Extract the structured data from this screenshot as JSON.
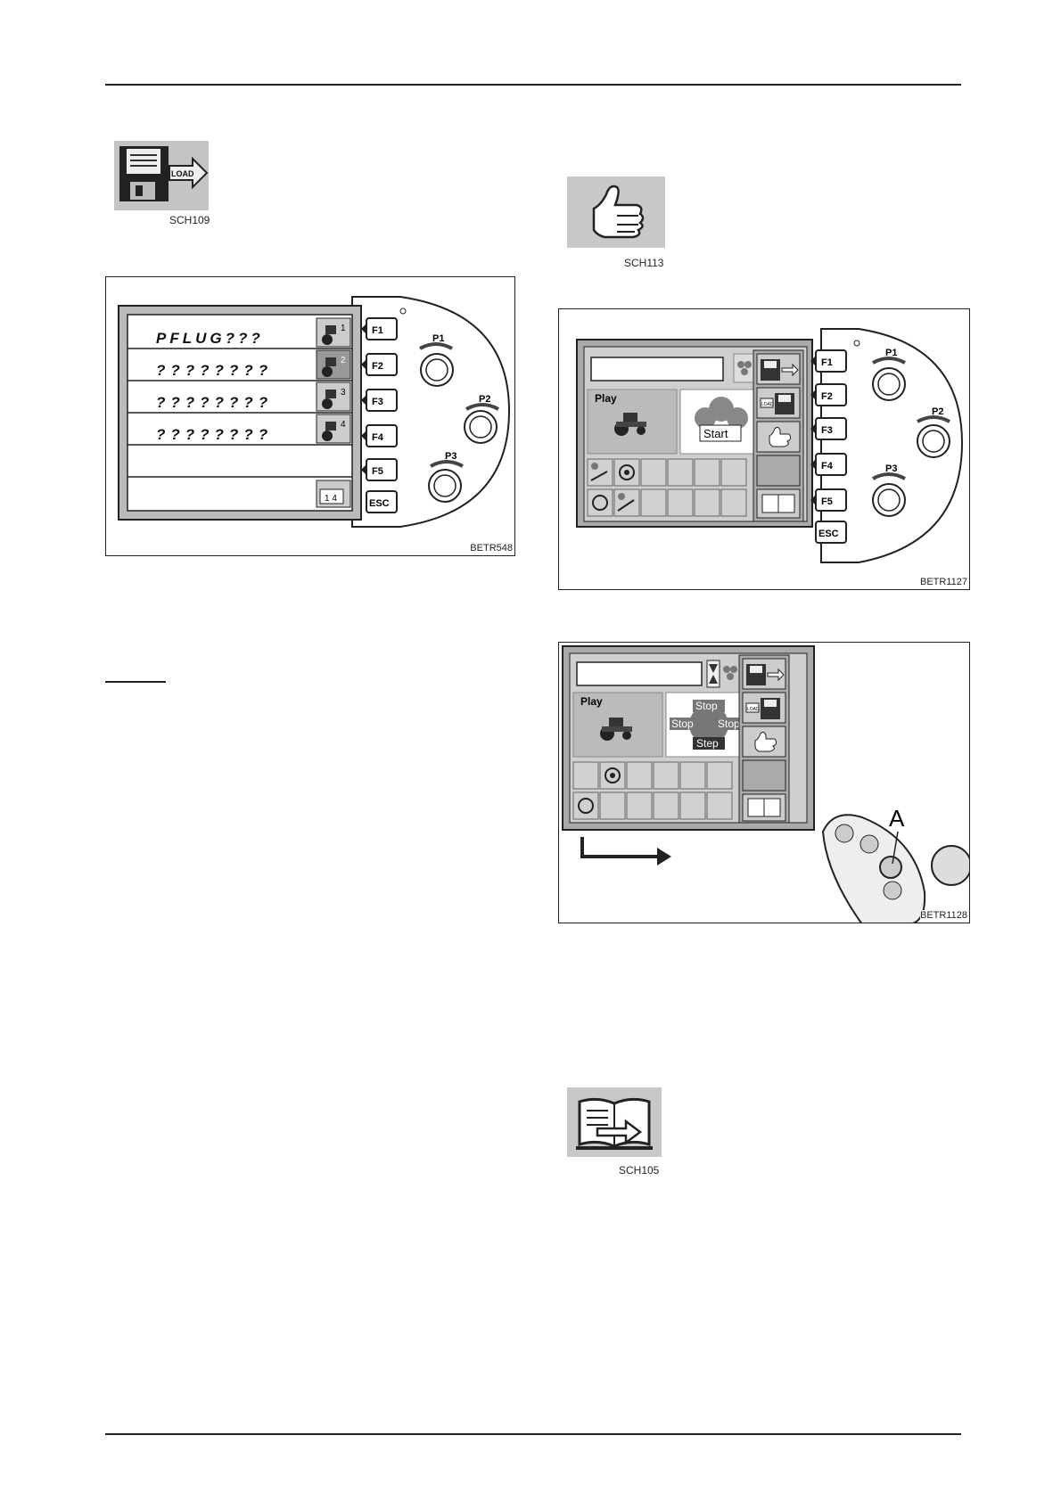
{
  "icons": {
    "load": {
      "caption": "SCH109",
      "text": "LOAD",
      "name": "load-diskette-icon"
    },
    "thumb": {
      "caption": "SCH113",
      "name": "thumbs-up-icon"
    },
    "book": {
      "caption": "SCH105",
      "name": "open-book-arrow-icon"
    }
  },
  "fig548": {
    "caption": "BETR548",
    "rows": [
      "PFLUG???",
      "????????",
      "????????",
      "????????"
    ],
    "row_numbers": [
      "1",
      "2",
      "3",
      "4"
    ],
    "last_slot": "1 4",
    "keys": [
      "F1",
      "F2",
      "F3",
      "F4",
      "F5",
      "ESC"
    ],
    "pots": [
      "P1",
      "P2",
      "P3"
    ]
  },
  "fig1127": {
    "caption": "BETR1127",
    "play": "Play",
    "start": "Start",
    "keys": [
      "F1",
      "F2",
      "F3",
      "F4",
      "F5",
      "ESC"
    ],
    "pots": [
      "P1",
      "P2",
      "P3"
    ],
    "load_small": "LOAD"
  },
  "fig1128": {
    "caption": "BETR1128",
    "play": "Play",
    "stop_top": "Stop",
    "stop_left": "Stop",
    "stop_right": "Stop",
    "step": "Step",
    "marker": "A",
    "load_small": "LOAD"
  },
  "underline_heading": ""
}
